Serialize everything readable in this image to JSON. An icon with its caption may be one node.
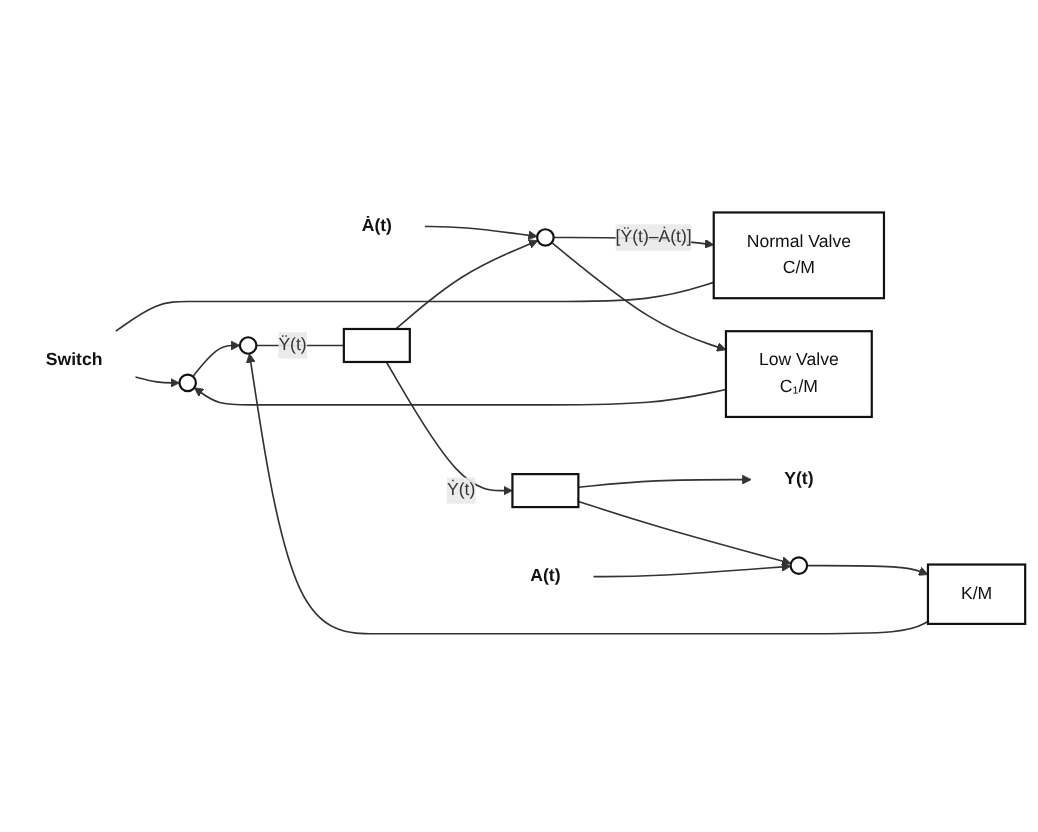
{
  "diagram": {
    "nodes": [
      {
        "text": [
          "Switch"
        ]
      },
      {
        "text": [
          "Normal Valve",
          "C/M"
        ]
      },
      {
        "text": [
          "Low Valve",
          "C₁/M"
        ]
      },
      {
        "text": [],
        "shape": "circle"
      },
      {
        "text": [
          "Ȧ(t)"
        ]
      },
      {
        "text": [],
        "shape": "circle"
      },
      {
        "text": [],
        "shape": "circle"
      },
      {
        "text": [],
        "shape": "box"
      },
      {
        "text": [],
        "shape": "box"
      },
      {
        "text": [
          "Y(t)"
        ]
      },
      {
        "text": [
          "K/M"
        ]
      },
      {
        "text": [],
        "shape": "circle"
      },
      {
        "text": [
          "A(t)"
        ]
      }
    ],
    "edges": [
      {
        "from": 3,
        "to": 1,
        "arrow": "to",
        "label": "[Ÿ(t)–Ȧ(t)]"
      },
      {
        "from": 3,
        "to": 2,
        "arrow": "to"
      },
      {
        "from": 4,
        "to": 3,
        "arrow": "to"
      },
      {
        "from": 1,
        "to": 0,
        "arrow": "none"
      },
      {
        "from": 0,
        "to": 5,
        "arrow": "to"
      },
      {
        "from": 2,
        "to": 5,
        "arrow": "to"
      },
      {
        "from": 5,
        "to": 6,
        "arrow": "to"
      },
      {
        "from": 6,
        "to": 7,
        "arrow": "none",
        "label": "Ÿ(t)"
      },
      {
        "from": 7,
        "to": 8,
        "arrow": "to",
        "label": "Ẏ(t)"
      },
      {
        "from": 7,
        "to": 3,
        "arrow": "to"
      },
      {
        "from": 8,
        "to": 9,
        "arrow": "to"
      },
      {
        "from": 8,
        "to": 11,
        "arrow": "to"
      },
      {
        "from": 12,
        "to": 11,
        "arrow": "to"
      },
      {
        "from": 11,
        "to": 10,
        "arrow": "to"
      },
      {
        "from": 10,
        "to": 6,
        "arrow": "to"
      }
    ]
  }
}
